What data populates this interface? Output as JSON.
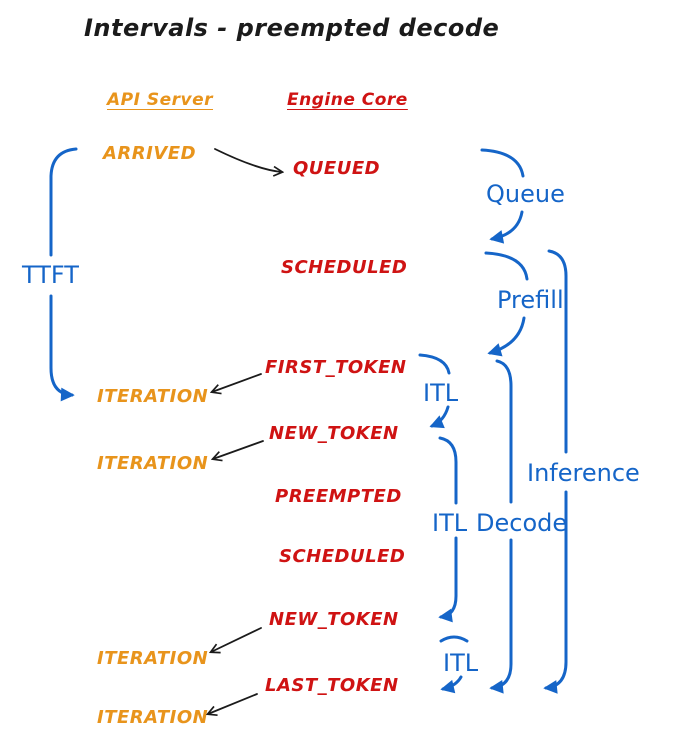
{
  "title": "Intervals - preempted decode",
  "columns": {
    "api_server": "API Server",
    "engine_core": "Engine Core"
  },
  "events": {
    "arrived": "ARRIVED",
    "queued": "QUEUED",
    "scheduled1": "SCHEDULED",
    "first_token": "FIRST_TOKEN",
    "iteration1": "ITERATION",
    "new_token1": "NEW_TOKEN",
    "iteration2": "ITERATION",
    "preempted": "PREEMPTED",
    "scheduled2": "SCHEDULED",
    "new_token2": "NEW_TOKEN",
    "iteration3": "ITERATION",
    "last_token": "LAST_TOKEN",
    "iteration4": "ITERATION"
  },
  "intervals": {
    "ttft": "TTFT",
    "queue": "Queue",
    "prefill": "Prefill",
    "itl1": "ITL",
    "itl2": "ITL",
    "itl3": "ITL",
    "decode": "Decode",
    "inference": "Inference"
  },
  "colors": {
    "api_server": "#E8941C",
    "engine_core": "#CF1313",
    "interval": "#1565C8",
    "ink": "#1b1b1b",
    "background": "#FFFFFF"
  }
}
